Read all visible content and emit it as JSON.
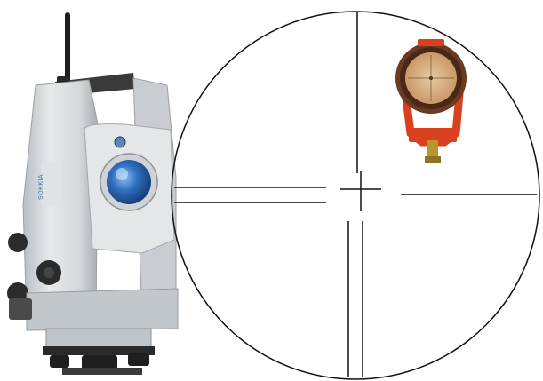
{
  "image": {
    "subjects": [
      "total-station",
      "telescope-reticle-view",
      "survey-prism-target"
    ],
    "colors": {
      "instrument_body": "#d9dcdf",
      "instrument_shadow": "#9da3a8",
      "lens_blue": "#2f6fc2",
      "knob_dark": "#2b2b2b",
      "prism_red": "#d9401e",
      "prism_face": "#d8b58a",
      "prism_rim": "#6b3a22",
      "reticle_line": "#111111",
      "background": "#ffffff"
    },
    "brand_text": "SOKKIA"
  }
}
